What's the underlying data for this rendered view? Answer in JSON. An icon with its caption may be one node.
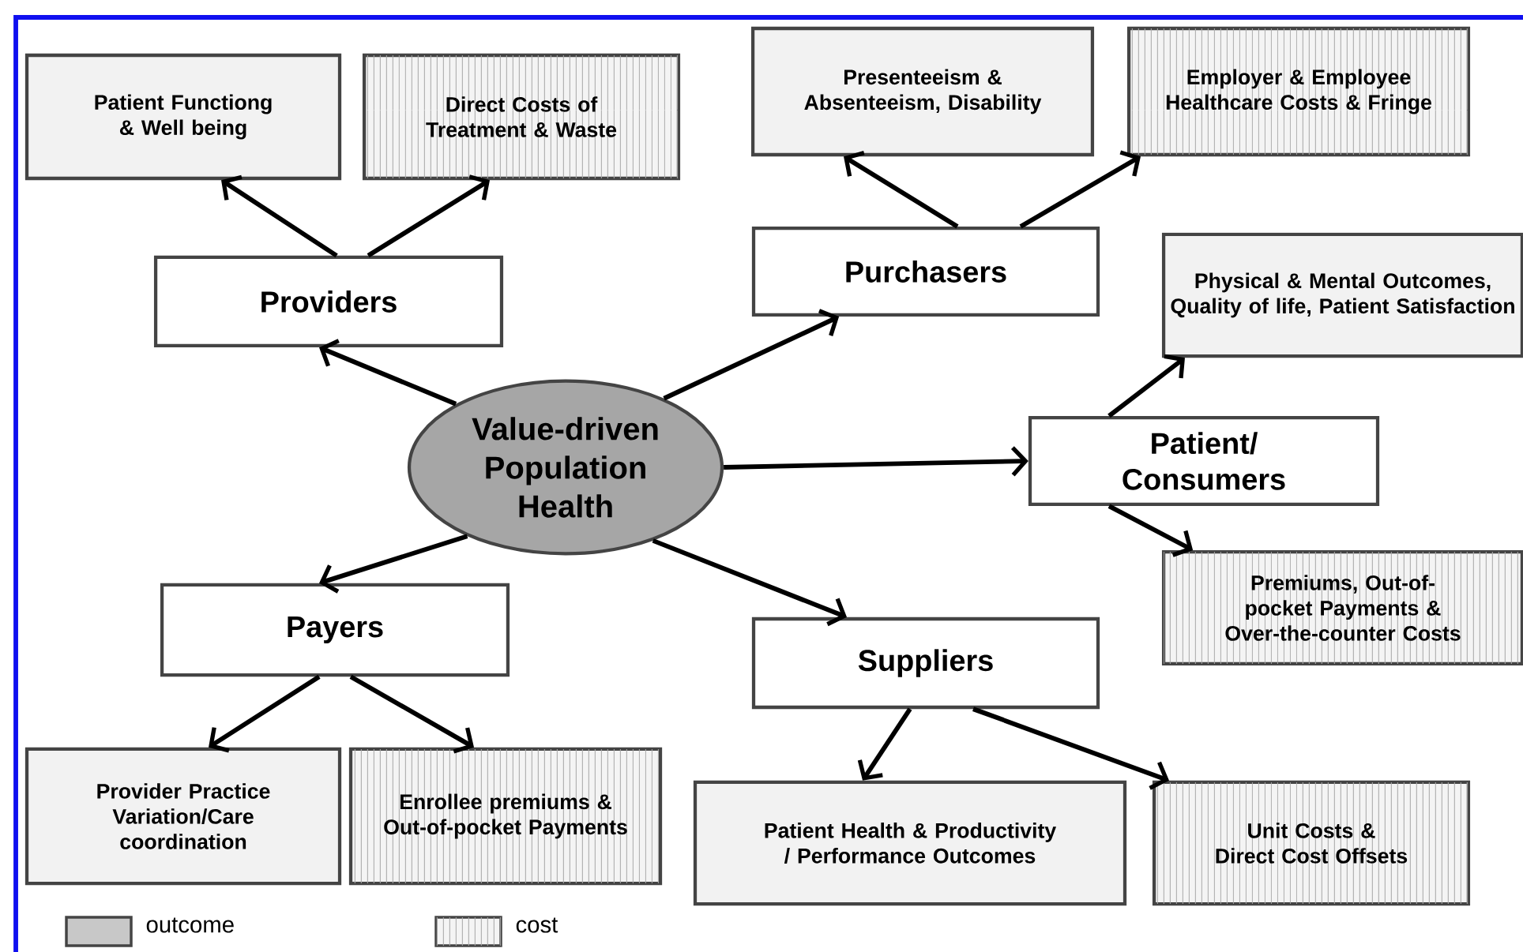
{
  "diagram": {
    "nodes": [
      {
        "text": [
          "Patient Functiong & Well being"
        ]
      },
      {
        "text": [
          "Direct  Costs of Treatment & Waste"
        ]
      },
      {
        "text": [
          "Presenteeism & Absenteeism, Disability"
        ]
      },
      {
        "text": [
          "Employer & Employee Healthcare Costs & Fringe"
        ]
      },
      {
        "text": [
          "Providers"
        ]
      },
      {
        "text": [
          "Purchasers"
        ]
      },
      {
        "text": [
          "Physical & Mental Outcomes, Quality of life, Patient Satisfaction"
        ]
      },
      {
        "text": [
          "Value-driven Population Health"
        ]
      },
      {
        "text": [
          "Patient/ Consumers"
        ]
      },
      {
        "text": [
          "Payers"
        ]
      },
      {
        "text": [
          "Premiums, Out-of-pocket Payments & Over-the-counter Costs"
        ]
      },
      {
        "text": [
          "Suppliers"
        ]
      },
      {
        "text": [
          "Provider Practice Variation/Care coordination"
        ]
      },
      {
        "text": [
          "Enrollee premiums & Out-of-pocket Payments"
        ]
      },
      {
        "text": [
          "Patient Health & Productivity / Performance Outcomes"
        ]
      },
      {
        "text": [
          "Unit Costs & Direct Cost Offsets"
        ]
      }
    ],
    "edges": [
      {
        "from": 7,
        "to": 4,
        "arrow": "to"
      },
      {
        "from": 4,
        "to": 0,
        "arrow": "to"
      },
      {
        "from": 4,
        "to": 1,
        "arrow": "to"
      },
      {
        "from": 7,
        "to": 5,
        "arrow": "to"
      },
      {
        "from": 5,
        "to": 2,
        "arrow": "to"
      },
      {
        "from": 5,
        "to": 3,
        "arrow": "to"
      },
      {
        "from": 7,
        "to": 8,
        "arrow": "to"
      },
      {
        "from": 8,
        "to": 6,
        "arrow": "to"
      },
      {
        "from": 8,
        "to": 10,
        "arrow": "to"
      },
      {
        "from": 7,
        "to": 9,
        "arrow": "to"
      },
      {
        "from": 9,
        "to": 12,
        "arrow": "to"
      },
      {
        "from": 9,
        "to": 13,
        "arrow": "to"
      },
      {
        "from": 7,
        "to": 11,
        "arrow": "to"
      },
      {
        "from": 11,
        "to": 14,
        "arrow": "to"
      },
      {
        "from": 11,
        "to": 15,
        "arrow": "to"
      }
    ],
    "legend": [
      {
        "text": "outcome",
        "color": "#c8c8c8"
      },
      {
        "text": "cost"
      }
    ]
  }
}
